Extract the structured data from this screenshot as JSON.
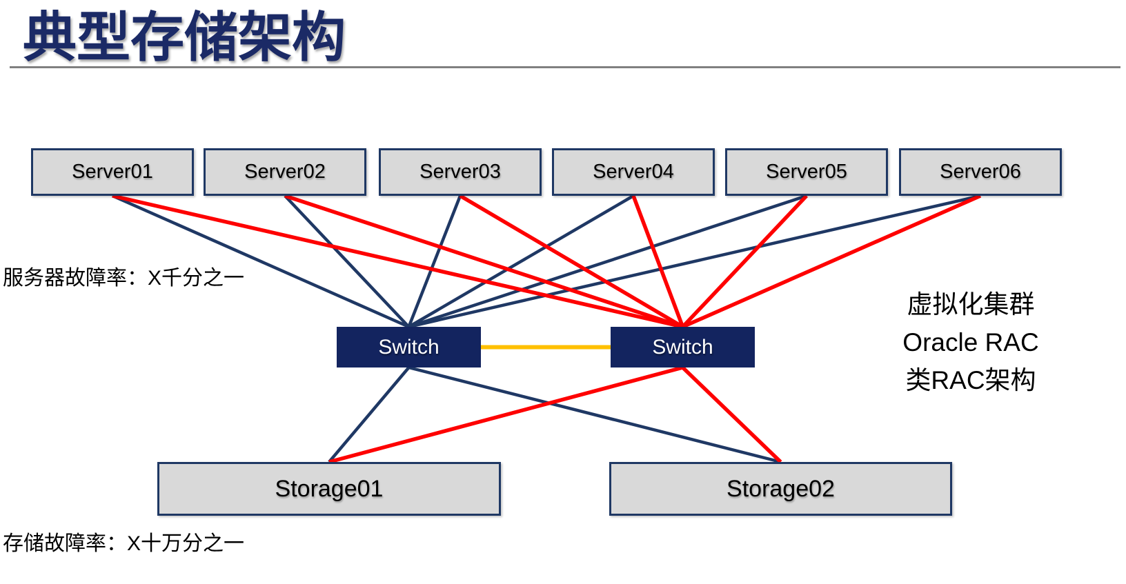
{
  "slide": {
    "title": "典型存储架构",
    "server_failure_note": "服务器故障率：X千分之一",
    "storage_failure_note": "存储故障率：X十万分之一",
    "cluster_note_lines": [
      "虚拟化集群",
      "Oracle RAC",
      "类RAC架构"
    ]
  },
  "colors": {
    "navy": "#1f3864",
    "red": "#fe0000",
    "orange": "#ffc000",
    "box_fill": "#d9d9d9",
    "switch_fill": "#13245f",
    "title_navy": "#1b2a66",
    "divider_gray": "#808080",
    "label_black": "#000000"
  },
  "nodes": {
    "servers": [
      {
        "id": "server1",
        "label": "Server01"
      },
      {
        "id": "server2",
        "label": "Server02"
      },
      {
        "id": "server3",
        "label": "Server03"
      },
      {
        "id": "server4",
        "label": "Server04"
      },
      {
        "id": "server5",
        "label": "Server05"
      },
      {
        "id": "server6",
        "label": "Server06"
      }
    ],
    "switches": [
      {
        "id": "switch1",
        "label": "Switch"
      },
      {
        "id": "switch2",
        "label": "Switch"
      }
    ],
    "storages": [
      {
        "id": "storage1",
        "label": "Storage01"
      },
      {
        "id": "storage2",
        "label": "Storage02"
      }
    ]
  },
  "connections": [
    {
      "from": "server1",
      "from_side": "bottom",
      "to": "switch1",
      "to_side": "top",
      "color": "navy"
    },
    {
      "from": "server2",
      "from_side": "bottom",
      "to": "switch1",
      "to_side": "top",
      "color": "navy"
    },
    {
      "from": "server3",
      "from_side": "bottom",
      "to": "switch1",
      "to_side": "top",
      "color": "navy"
    },
    {
      "from": "server4",
      "from_side": "bottom",
      "to": "switch1",
      "to_side": "top",
      "color": "navy"
    },
    {
      "from": "server5",
      "from_side": "bottom",
      "to": "switch1",
      "to_side": "top",
      "color": "navy"
    },
    {
      "from": "server6",
      "from_side": "bottom",
      "to": "switch1",
      "to_side": "top",
      "color": "navy"
    },
    {
      "from": "switch1",
      "from_side": "bottom",
      "to": "storage1",
      "to_side": "top",
      "color": "navy"
    },
    {
      "from": "switch1",
      "from_side": "bottom",
      "to": "storage2",
      "to_side": "top",
      "color": "navy"
    },
    {
      "from": "switch1",
      "from_side": "right",
      "to": "switch2",
      "to_side": "left",
      "color": "orange"
    },
    {
      "from": "server1",
      "from_side": "bottom",
      "to": "switch2",
      "to_side": "top",
      "color": "red"
    },
    {
      "from": "server2",
      "from_side": "bottom",
      "to": "switch2",
      "to_side": "top",
      "color": "red"
    },
    {
      "from": "server3",
      "from_side": "bottom",
      "to": "switch2",
      "to_side": "top",
      "color": "red"
    },
    {
      "from": "server4",
      "from_side": "bottom",
      "to": "switch2",
      "to_side": "top",
      "color": "red"
    },
    {
      "from": "server5",
      "from_side": "bottom",
      "to": "switch2",
      "to_side": "top",
      "color": "red"
    },
    {
      "from": "server6",
      "from_side": "bottom",
      "to": "switch2",
      "to_side": "top",
      "color": "red"
    },
    {
      "from": "switch2",
      "from_side": "bottom",
      "to": "storage1",
      "to_side": "top",
      "color": "red"
    },
    {
      "from": "switch2",
      "from_side": "bottom",
      "to": "storage2",
      "to_side": "top",
      "color": "red"
    }
  ]
}
